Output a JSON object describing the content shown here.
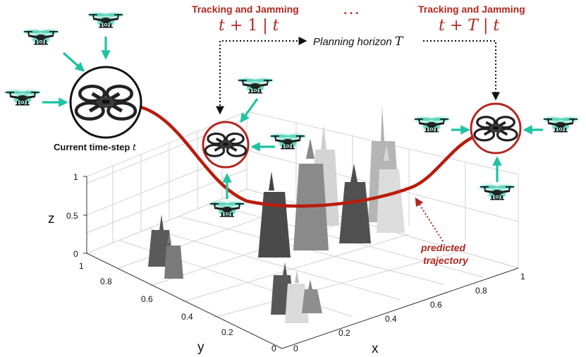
{
  "labels": {
    "tracking_left": "Tracking and Jamming",
    "tracking_right": "Tracking and Jamming",
    "ellipsis": "• • •",
    "horizon_text": "Planning horizon ",
    "horizon_var": "T",
    "current_text": "Current time-step ",
    "current_var": "t",
    "predicted_line1": "predicted",
    "predicted_line2": "trajectory",
    "math_left_a": "t",
    "math_left_b": " + 1 | ",
    "math_left_c": "t",
    "math_right_a": "t",
    "math_right_b": " + ",
    "math_right_c": "T",
    "math_right_d": " | ",
    "math_right_e": "t"
  },
  "axes": {
    "z_label": "z",
    "y_label": "y",
    "x_label": "x",
    "z_ticks": [
      "1",
      "0.5",
      "0"
    ],
    "y_ticks": [
      "1",
      "0.8",
      "0.6",
      "0.4",
      "0.2",
      "0"
    ],
    "x_ticks": [
      "0",
      "0.2",
      "0.4",
      "0.6",
      "0.8",
      "1"
    ]
  },
  "colors": {
    "accent_red": "#b3261e",
    "arrow_teal": "#1fc2a2",
    "trajectory": "#b91c0c"
  },
  "icons": [
    "drone-icon",
    "quadcopter-icon",
    "arrow-icon"
  ]
}
